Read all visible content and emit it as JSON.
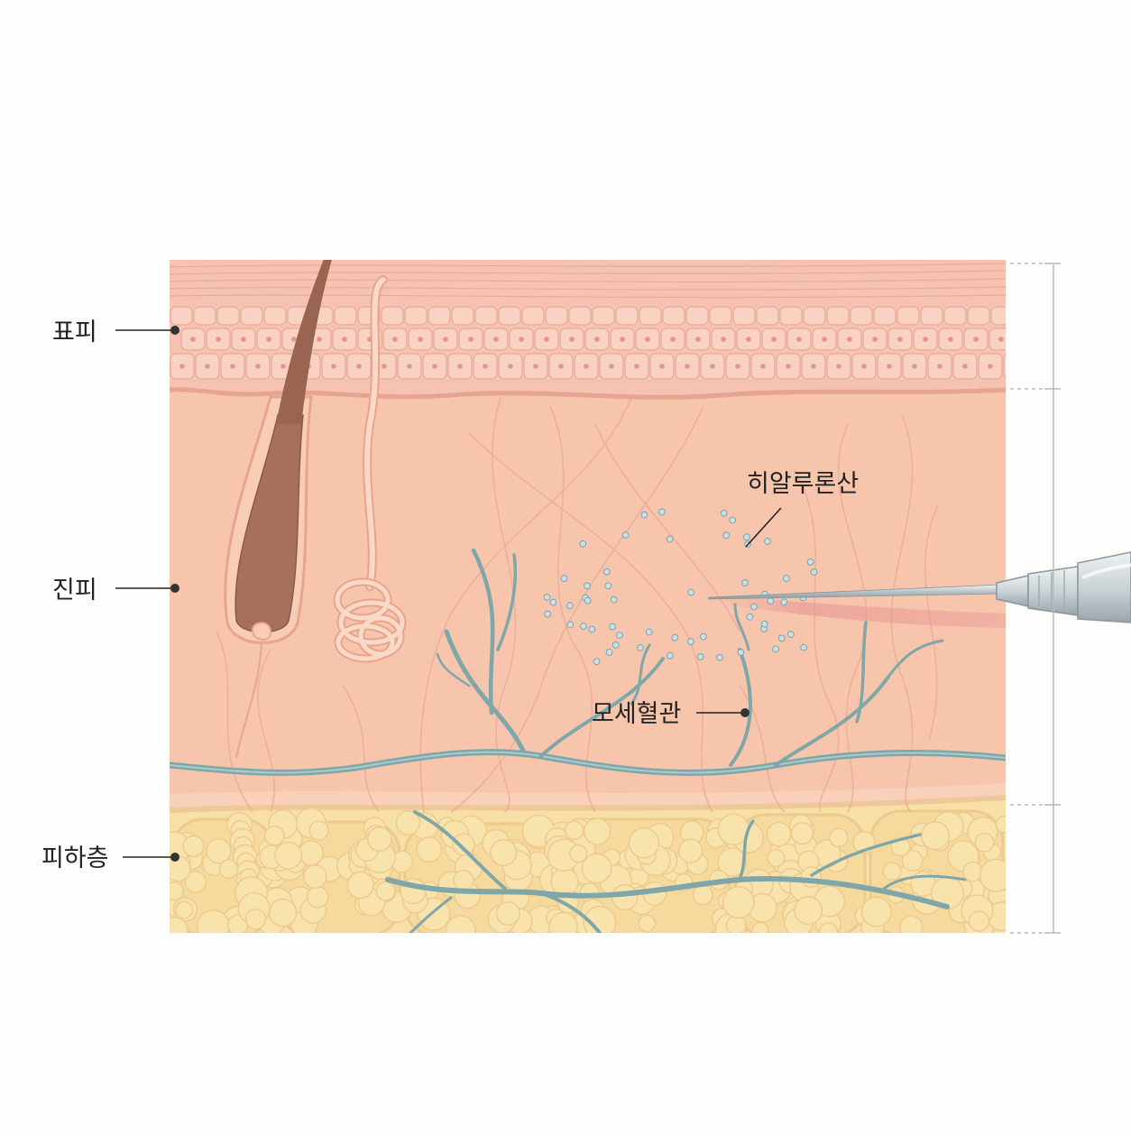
{
  "labels": {
    "epidermis": "표피",
    "dermis": "진피",
    "hypodermis": "피하층",
    "hyaluronic_acid": "히알루론산",
    "capillary": "모세혈관"
  },
  "colors": {
    "background": "#fefefd",
    "epidermis": "#f6c3b3",
    "dermis": "#f7c4ac",
    "hypodermis": "#f7dfa6",
    "fat_cell": "#f9e3ad",
    "vessel": "#7fa7a9",
    "hair": "#a6705d",
    "hyaluronic_particle": "#c9e0e6",
    "leader_line": "#222222",
    "scale_bar": "#b9b9b9"
  },
  "icons": [
    "hair-follicle-icon",
    "sweat-gland-icon",
    "syringe-needle-icon"
  ]
}
